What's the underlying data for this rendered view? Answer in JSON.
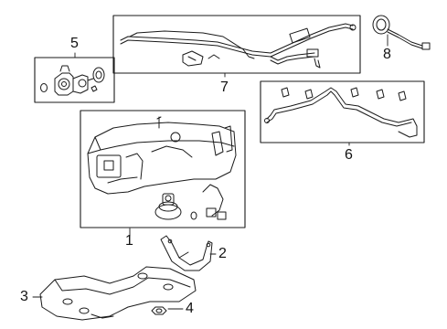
{
  "callouts": {
    "c1": "1",
    "c2": "2",
    "c3": "3",
    "c4": "4",
    "c5": "5",
    "c6": "6",
    "c7": "7",
    "c8": "8"
  },
  "colors": {
    "line": "#1a1a1a",
    "fill": "#ffffff",
    "box": "#222222"
  }
}
